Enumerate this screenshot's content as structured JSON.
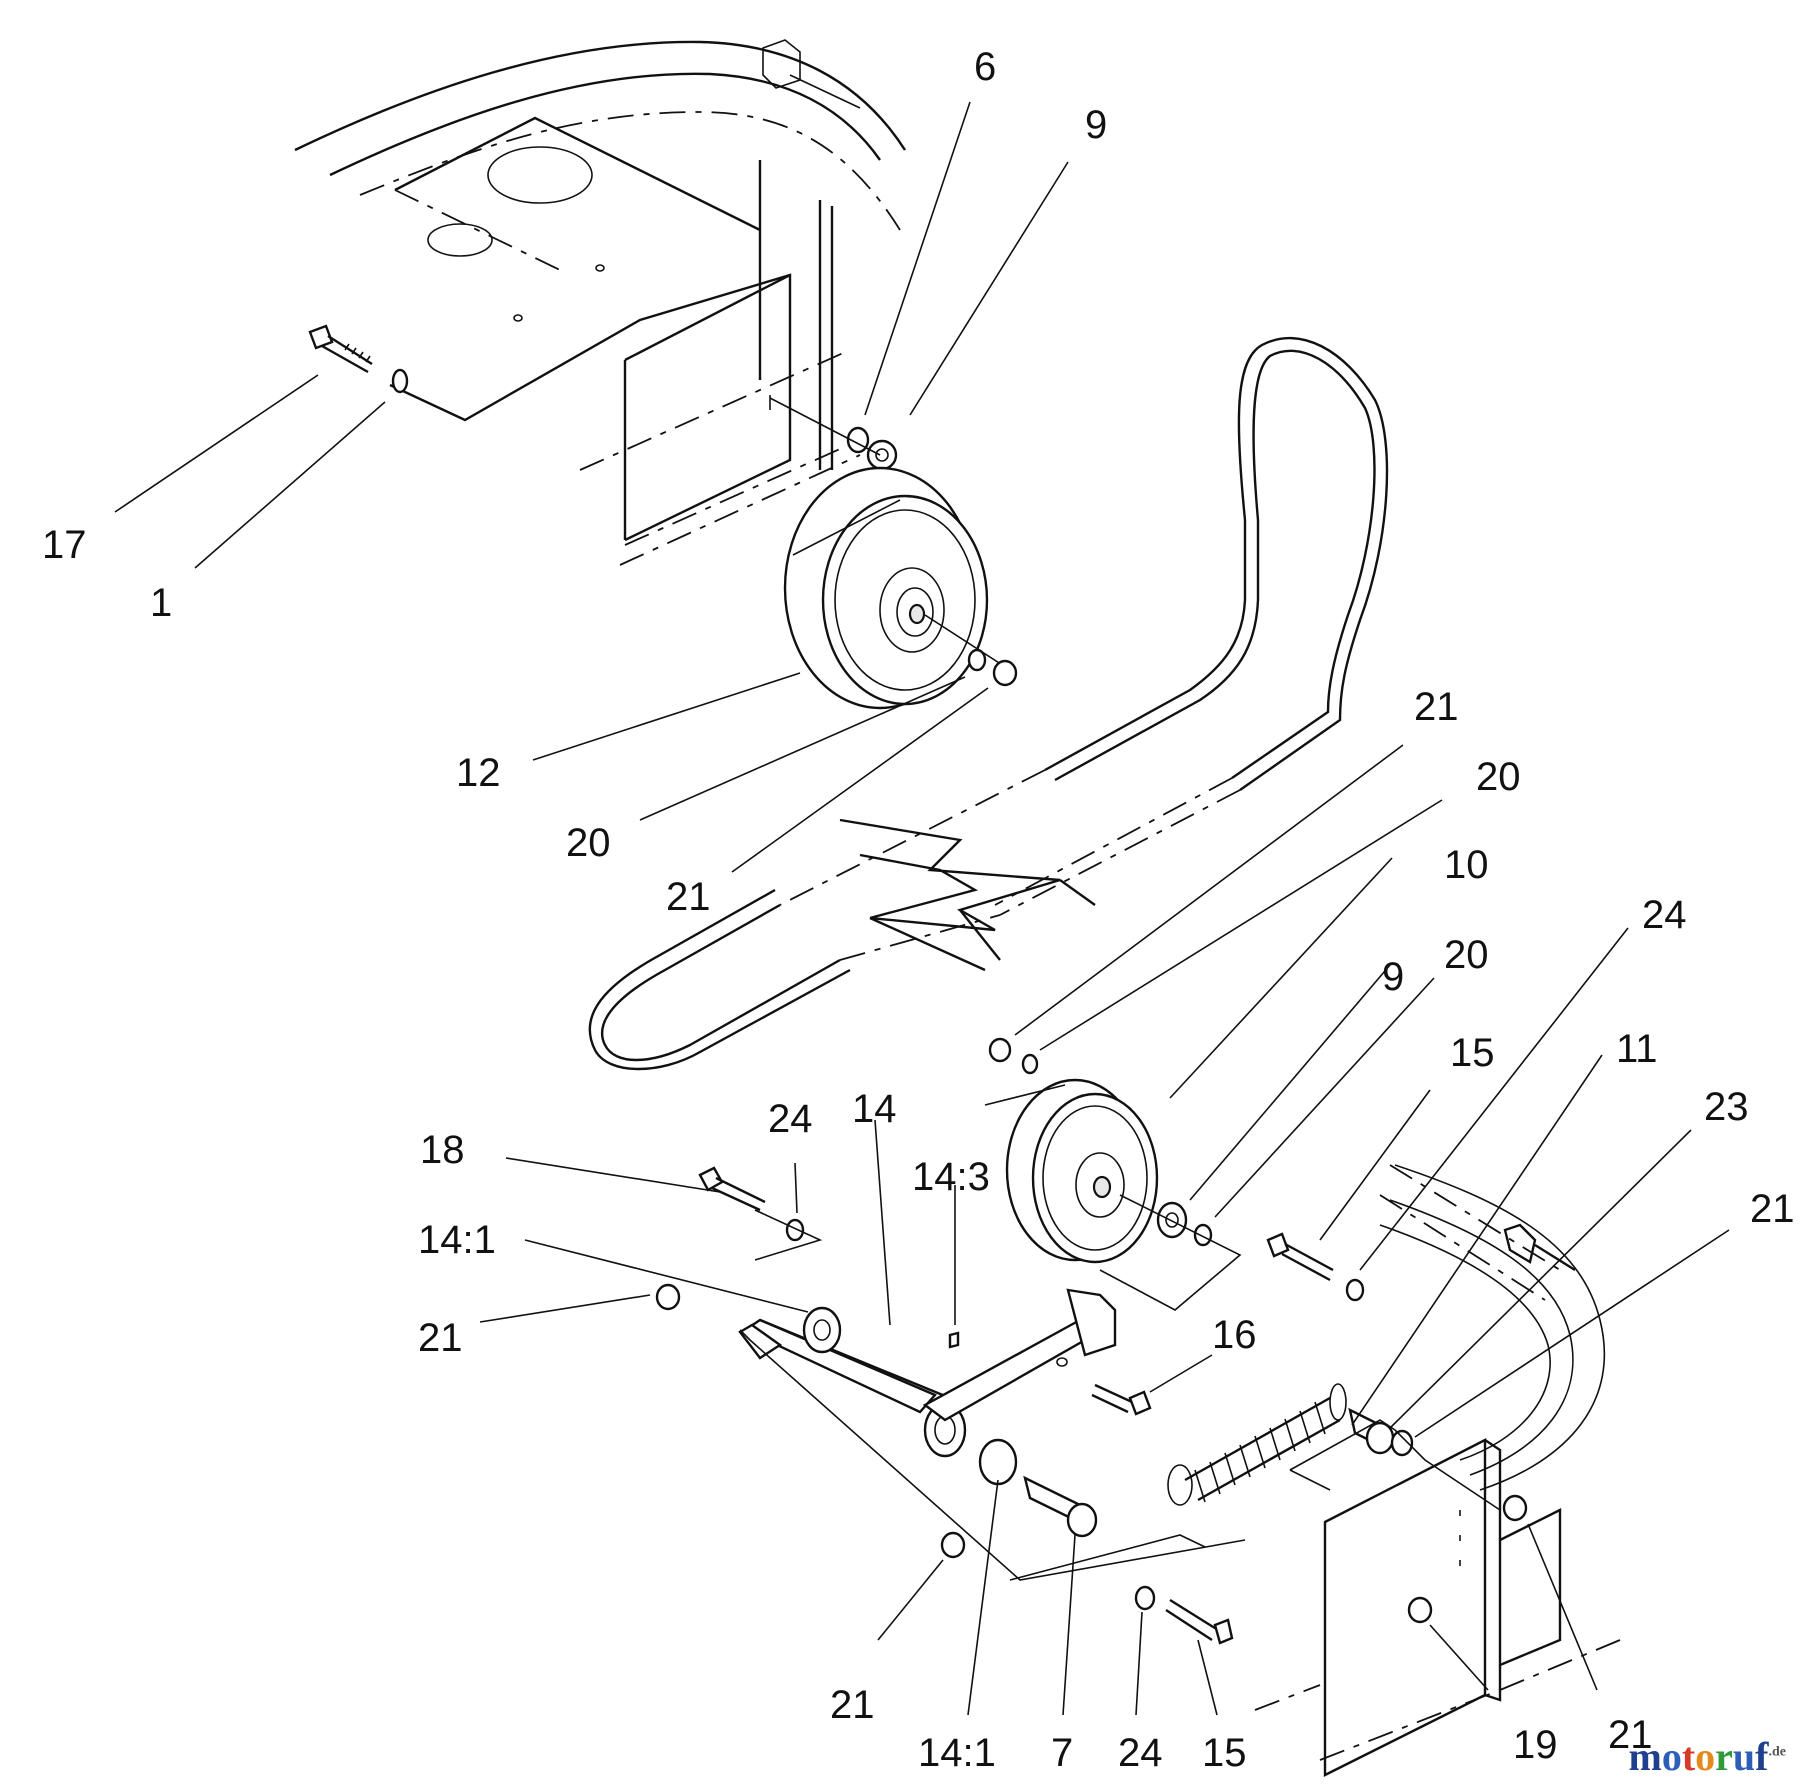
{
  "callouts": {
    "c_17": "17",
    "c_1a": "1",
    "c_6": "6",
    "c_9a": "9",
    "c_12": "12",
    "c_20a": "20",
    "c_21a": "21",
    "c_21b": "21",
    "c_20b": "20",
    "c_10": "10",
    "c_24a": "24",
    "c_9b": "9",
    "c_20c": "20",
    "c_15a": "15",
    "c_11": "11",
    "c_23": "23",
    "c_21c": "21",
    "c_18": "18",
    "c_24b": "24",
    "c_14": "14",
    "c_14_3": "14:3",
    "c_14_1a": "14:1",
    "c_21d": "21",
    "c_16": "16",
    "c_21e": "21",
    "c_14_1b": "14:1",
    "c_7": "7",
    "c_24c": "24",
    "c_15b": "15",
    "c_19": "19",
    "c_21f": "21"
  },
  "watermark": {
    "letters": [
      "m",
      "o",
      "t",
      "o",
      "r",
      "u",
      "f"
    ],
    "colors": [
      "#1f3f8f",
      "#2e5fb8",
      "#d83a2a",
      "#e48b1e",
      "#2e9a3a",
      "#2e5fb8",
      "#1f3f8f"
    ],
    "suffix": ".de"
  }
}
